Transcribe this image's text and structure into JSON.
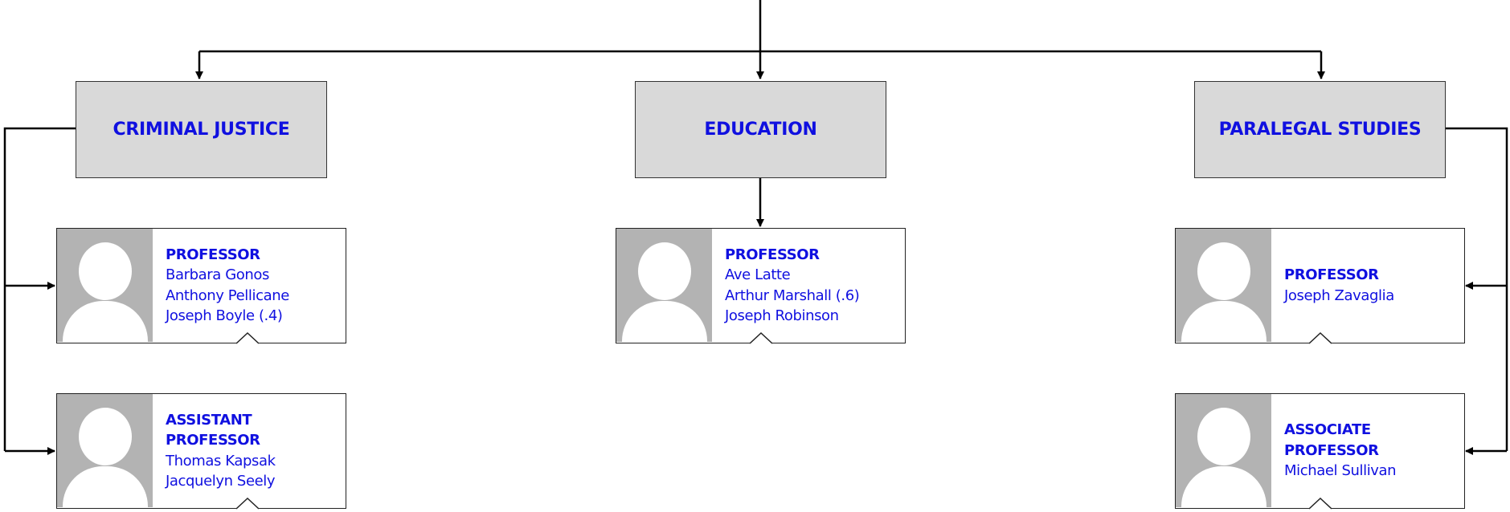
{
  "colors": {
    "text_blue": "#1010e0",
    "dept_fill": "#d9d9d9",
    "avatar_gray": "#b3b3b3",
    "line": "#000000"
  },
  "departments": [
    {
      "name": "CRIMINAL JUSTICE"
    },
    {
      "name": "EDUCATION"
    },
    {
      "name": "PARALEGAL STUDIES"
    }
  ],
  "cards": [
    {
      "role": "PROFESSOR",
      "names": [
        "Barbara Gonos",
        "Anthony Pellicane",
        "Joseph Boyle (.4)"
      ]
    },
    {
      "role": "ASSISTANT PROFESSOR",
      "names": [
        "Thomas Kapsak",
        "Jacquelyn Seely"
      ]
    },
    {
      "role": "PROFESSOR",
      "names": [
        "Ave Latte",
        "Arthur Marshall (.6)",
        "Joseph Robinson"
      ]
    },
    {
      "role": "PROFESSOR",
      "names": [
        "Joseph Zavaglia"
      ]
    },
    {
      "role": "ASSOCIATE PROFESSOR",
      "names": [
        "Michael Sullivan"
      ]
    }
  ],
  "avatar_icon": "person-silhouette-icon"
}
